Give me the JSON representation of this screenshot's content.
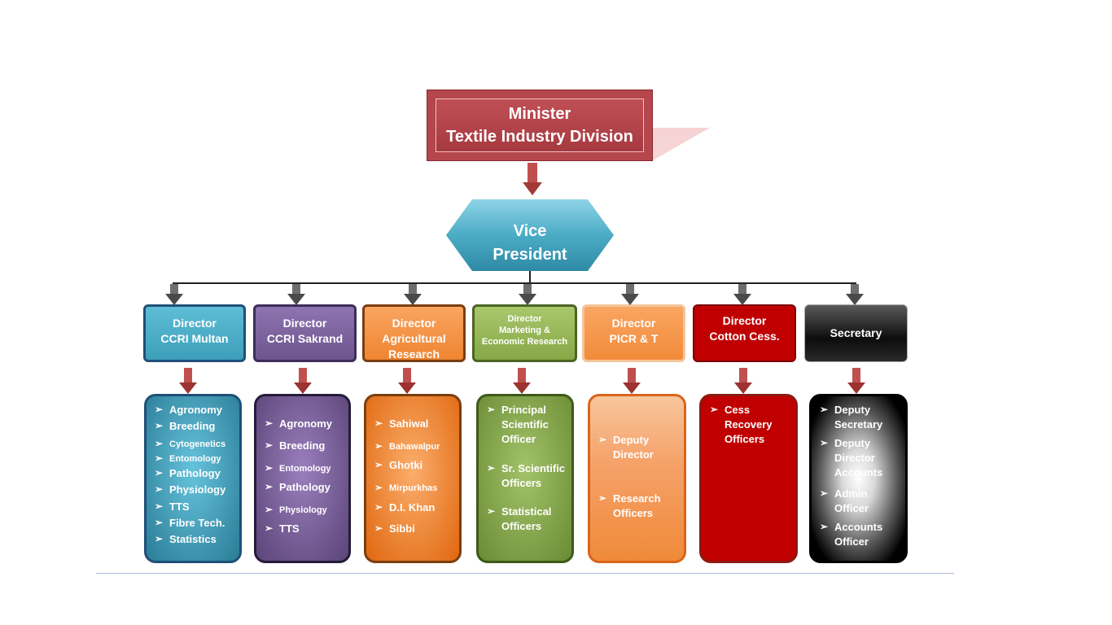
{
  "minister": {
    "line1": "Minister",
    "line2": "Textile Industry Division"
  },
  "vice_president": {
    "line1": "Vice",
    "line2": "President"
  },
  "colors": {
    "minister": "#b4464c",
    "vp": "#4bacc6",
    "arrow": "#c0504d",
    "multan": "#4bacc6",
    "sakrand": "#8064a2",
    "agri": "#f79646",
    "marketing": "#9bbb59",
    "picr": "#f79646",
    "cess": "#c00000",
    "secretary": "#1a1a1a"
  },
  "directors": [
    {
      "lines": [
        "Director",
        "CCRI Multan"
      ]
    },
    {
      "lines": [
        "Director",
        "CCRI Sakrand"
      ]
    },
    {
      "lines": [
        "Director",
        "Agricultural",
        "Research"
      ]
    },
    {
      "lines": [
        "Director",
        "Marketing &",
        "Economic Research"
      ]
    },
    {
      "lines": [
        "Director",
        "PICR & T"
      ]
    },
    {
      "lines": [
        "Director",
        "Cotton Cess."
      ]
    },
    {
      "lines": [
        "Secretary"
      ]
    }
  ],
  "units": [
    {
      "items": [
        "Agronomy",
        "Breeding",
        "Cytogenetics",
        "Entomology",
        "Pathology",
        "Physiology",
        "TTS",
        "Fibre Tech.",
        "Statistics"
      ]
    },
    {
      "items": [
        "Agronomy",
        "Breeding",
        "Entomology",
        "Pathology",
        "Physiology",
        "TTS"
      ]
    },
    {
      "items": [
        "Sahiwal",
        "Bahawalpur",
        "Ghotki",
        "Mirpurkhas",
        "D.I. Khan",
        "Sibbi"
      ]
    },
    {
      "items": [
        "Principal Scientific Officer",
        "Sr. Scientific Officers",
        "Statistical Officers"
      ]
    },
    {
      "items": [
        "Deputy Director",
        "Research Officers"
      ]
    },
    {
      "items": [
        "Cess Recovery Officers"
      ]
    },
    {
      "items": [
        "Deputy Secretary",
        "Deputy Director Accounts",
        "Admin Officer",
        "Accounts Officer"
      ]
    }
  ],
  "bullet": "➢"
}
